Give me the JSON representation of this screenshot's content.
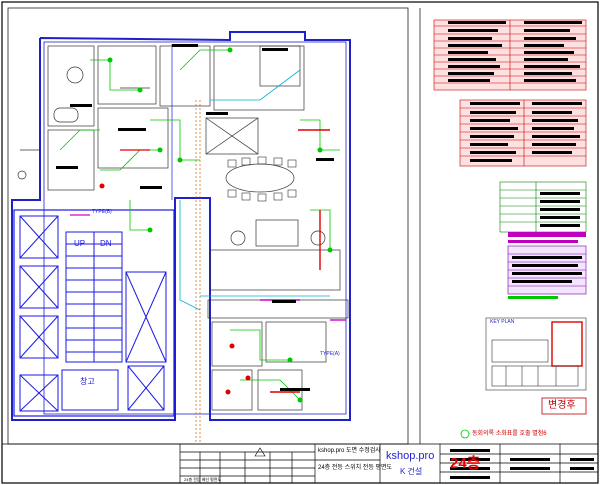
{
  "plan": {
    "labels": {
      "up": "UP",
      "dn": "DN",
      "storage": "창고",
      "type_b": "TYPE(B)",
      "type_a": "TYPE(A)"
    },
    "colors": {
      "wall": "#1a1ae6",
      "outline": "#1f1fcc",
      "elec_green": "#00c800",
      "elec_red": "#e00000",
      "elec_magenta": "#d000d0",
      "elec_cyan": "#00b0d0",
      "elec_orange": "#e07000"
    }
  },
  "legend": {
    "key_plan_label": "KEY PLAN",
    "revision_label": "변경후",
    "bottom_note": "동회의록 소화표를 호출 별첨6"
  },
  "title_block": {
    "site": "kshop.pro",
    "company": "K 건설",
    "floor": "24층",
    "drawing_title": "24층 전등 배선 평면도",
    "doc_ref_a": "kshop.pro 도면 수정검사",
    "doc_ref_b": "24층 전등 스위치 전등 평면도"
  }
}
